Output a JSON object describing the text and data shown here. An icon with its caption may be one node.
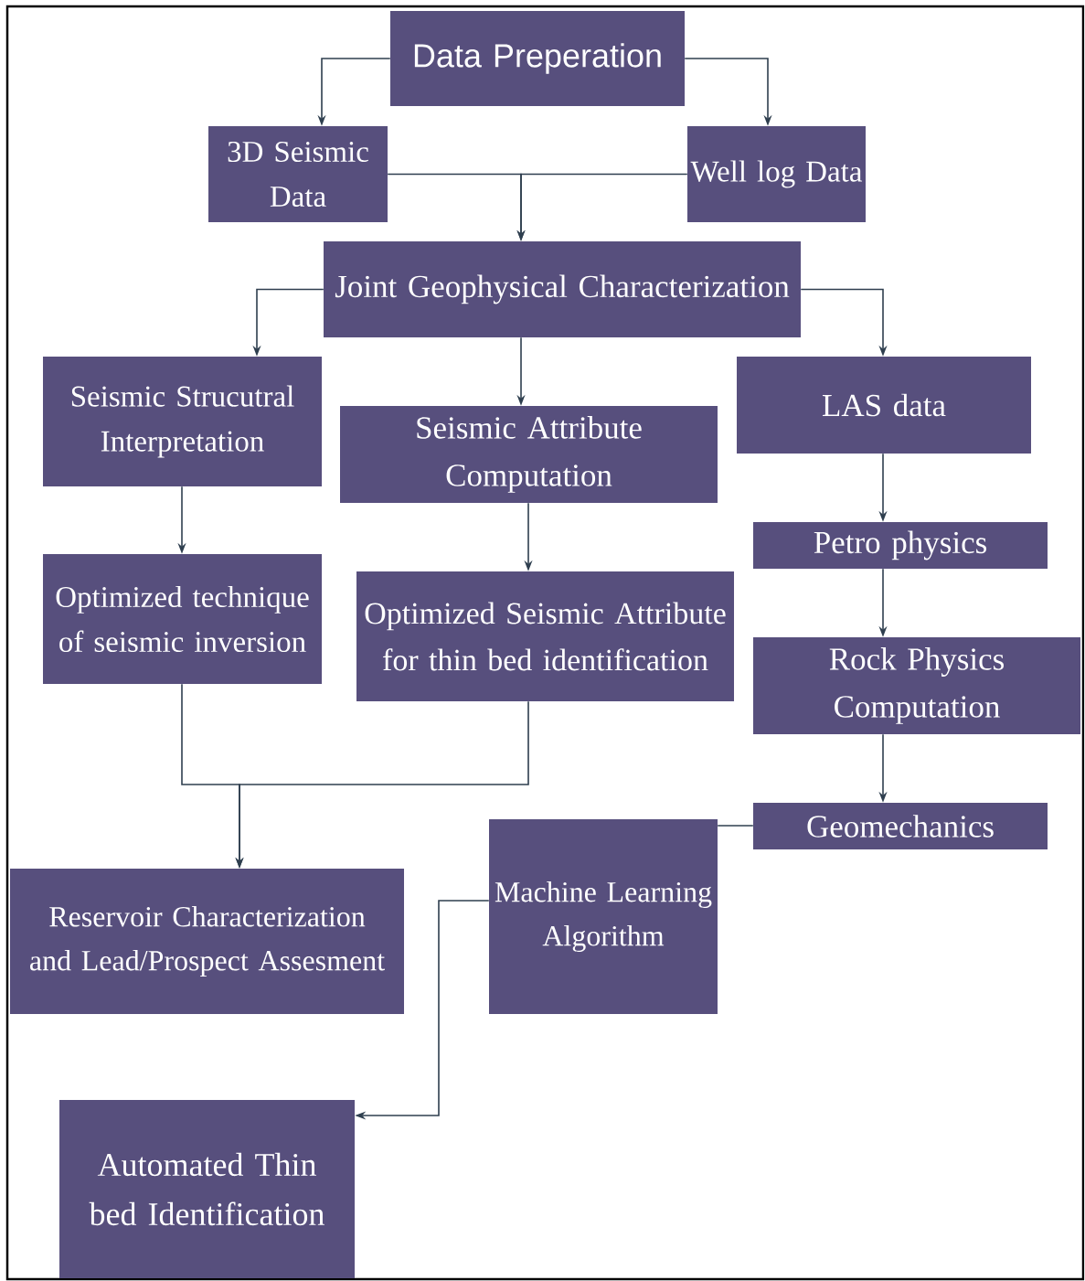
{
  "diagram": {
    "nodes": [
      {
        "text": [
          "Data Preperation"
        ]
      },
      {
        "text": [
          "3D Seismic Data"
        ]
      },
      {
        "text": [
          "Well log Data"
        ]
      },
      {
        "text": [
          "Joint Geophysical Characterization"
        ]
      },
      {
        "text": [
          "Seismic Strucutral Interpretation"
        ]
      },
      {
        "text": [
          "Seismic Attribute Computation"
        ]
      },
      {
        "text": [
          "LAS data"
        ]
      },
      {
        "text": [
          "Optimized technique of seismic inversion"
        ]
      },
      {
        "text": [
          "Optimized Seismic Attribute for thin bed identification"
        ]
      },
      {
        "text": [
          "Petro physics"
        ]
      },
      {
        "text": [
          "Rock Physics Computation"
        ]
      },
      {
        "text": [
          "Reservoir Characterization and Lead/Prospect Assesment"
        ]
      },
      {
        "text": [
          "Geomechanics"
        ]
      },
      {
        "text": [
          "Machine Learning Algorithm"
        ]
      },
      {
        "text": [
          "Automated Thin bed Identification"
        ]
      }
    ],
    "edges": [
      {
        "from": 0,
        "to": 1,
        "arrow": "to"
      },
      {
        "from": 0,
        "to": 2,
        "arrow": "to"
      },
      {
        "from": 1,
        "to": 3,
        "arrow": "to"
      },
      {
        "from": 2,
        "to": 3,
        "arrow": "to"
      },
      {
        "from": 3,
        "to": 4,
        "arrow": "to"
      },
      {
        "from": 3,
        "to": 5,
        "arrow": "to"
      },
      {
        "from": 3,
        "to": 6,
        "arrow": "to"
      },
      {
        "from": 4,
        "to": 7,
        "arrow": "to"
      },
      {
        "from": 5,
        "to": 8,
        "arrow": "to"
      },
      {
        "from": 6,
        "to": 9,
        "arrow": "to"
      },
      {
        "from": 9,
        "to": 10,
        "arrow": "to"
      },
      {
        "from": 7,
        "to": 11,
        "arrow": "to"
      },
      {
        "from": 8,
        "to": 11,
        "arrow": "to"
      },
      {
        "from": 10,
        "to": 12,
        "arrow": "to"
      },
      {
        "from": 12,
        "to": 13,
        "arrow": "none"
      },
      {
        "from": 13,
        "to": 14,
        "arrow": "to"
      }
    ]
  }
}
